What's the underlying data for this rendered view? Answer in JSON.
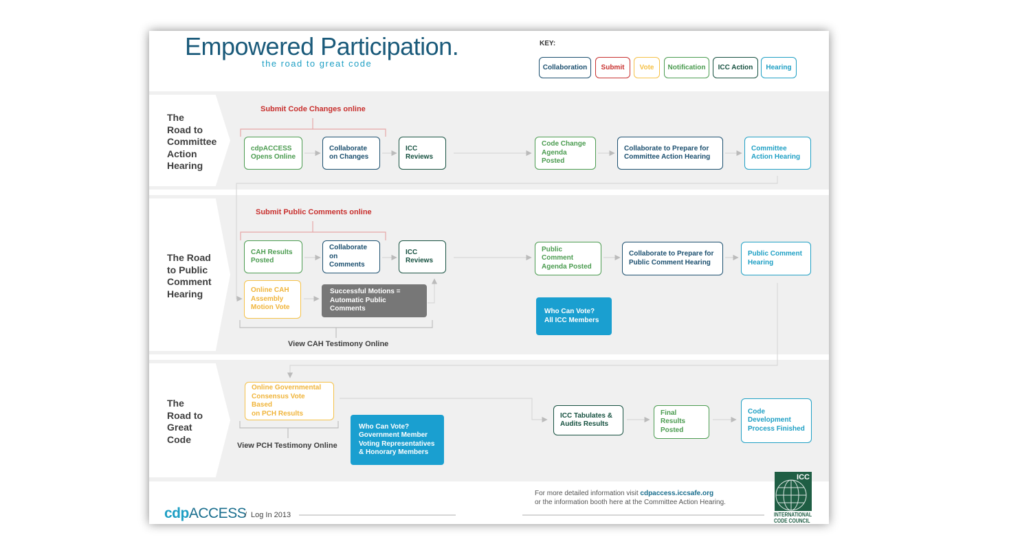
{
  "header": {
    "title": "Empowered Participation.",
    "subtitle": "the road to great code"
  },
  "key": {
    "label": "KEY:",
    "items": [
      "Collaboration",
      "Submit",
      "Vote",
      "Notification",
      "ICC Action",
      "Hearing"
    ]
  },
  "section1": {
    "label": "The\nRoad to\nCommittee\nAction\nHearing",
    "submit_label": "Submit Code Changes online",
    "boxes": [
      "cdpACCESS\nOpens Online",
      "Collaborate\non Changes",
      "ICC\nReviews",
      "Code Change\nAgenda Posted",
      "Collaborate to Prepare for\nCommittee Action Hearing",
      "Committee\nAction Hearing"
    ]
  },
  "section2": {
    "label": "The Road\nto Public\nComment\nHearing",
    "submit_label": "Submit Public Comments online",
    "boxes": [
      "CAH Results\nPosted",
      "Collaborate\non Comments",
      "ICC\nReviews",
      "Public Comment\nAgenda Posted",
      "Collaborate to Prepare for\nPublic Comment Hearing",
      "Public Comment\nHearing"
    ],
    "vote_box": "Online CAH\nAssembly\nMotion Vote",
    "motions_box": "Successful Motions =\nAutomatic Public Comments",
    "who_vote": "Who Can Vote?\nAll ICC Members",
    "testimony": "View CAH Testimony Online"
  },
  "section3": {
    "label": "The\nRoad to\nGreat\nCode",
    "vote_box": "Online Governmental\nConsensus Vote Based\non PCH Results",
    "testimony": "View PCH Testimony Online",
    "who_vote": "Who Can Vote?\nGovernment Member\nVoting Representatives\n& Honorary Members",
    "boxes": [
      "ICC Tabulates &\nAudits Results",
      "Final Results\nPosted",
      "Code\nDevelopment\nProcess Finished"
    ]
  },
  "footer": {
    "brand_bold": "cdp",
    "brand_light": "ACCESS",
    "login": "Log In 2013",
    "info_prefix": "For more detailed information visit ",
    "info_link": "cdpaccess.iccsafe.org",
    "info_line2": "or the information booth here at the Committee Action Hearing.",
    "logo_text": "ICC",
    "logo_caption_1": "INTERNATIONAL",
    "logo_caption_2": "CODE COUNCIL"
  },
  "colors": {
    "collaboration": "#1a4e6e",
    "submit": "#c8302e",
    "vote": "#f5c147",
    "notification": "#4a9b4f",
    "icc_action": "#15503f",
    "hearing": "#1e9fc4",
    "who_can_vote": "#1a9fd0",
    "motions": "#777777"
  }
}
